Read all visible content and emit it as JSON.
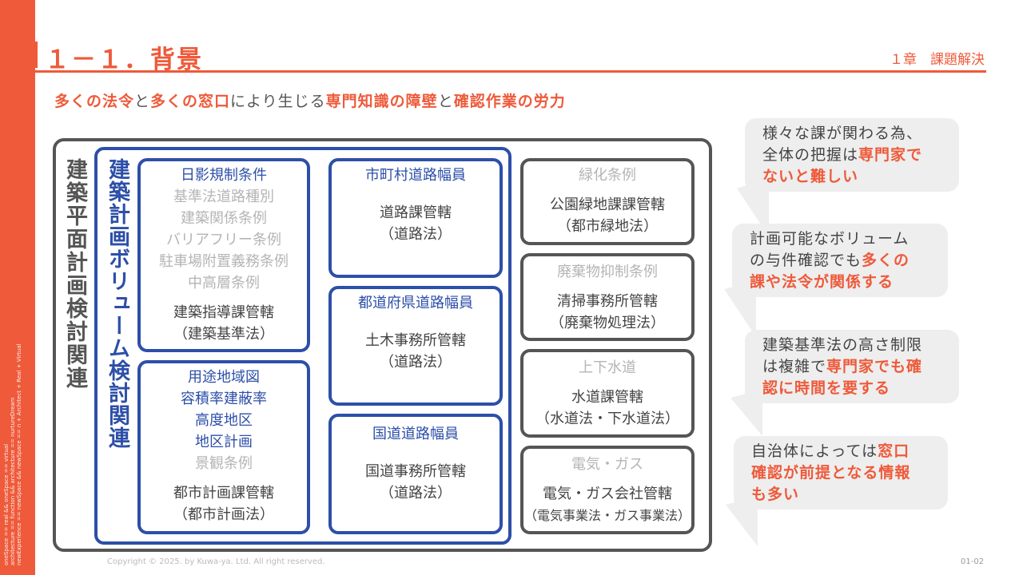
{
  "side_text": [
    "oneSpace == real && oneSpace == virtual",
    "architecture == function && architecture == nurtureDream",
    "newExperience == newSpace && newSpace == n + Architect + Real + Virtual"
  ],
  "header": {
    "title": "１－１．背景",
    "chapter": "１章　課題解決"
  },
  "subtitle": {
    "p1": "多くの法令",
    "p2": "と",
    "p3": "多くの窓口",
    "p4": "により生じる",
    "p5": "専門知識の障壁",
    "p6": "と",
    "p7": "確認作業の労力"
  },
  "outer_label": "建築平面計画検討関連",
  "blue_label": "建築計画ボリューム検討関連",
  "boxes": {
    "nichiei": {
      "title": "日影規制条件",
      "items": [
        "基準法道路種別",
        "建築関係条例",
        "バリアフリー条例",
        "駐車場附置義務条例",
        "中高層条例"
      ],
      "jurisdiction": "建築指導課管轄",
      "law": "（建築基準法）"
    },
    "youto": {
      "items_blue": [
        "用途地域図",
        "容積率建蔽率",
        "高度地区",
        "地区計画"
      ],
      "item_light": "景観条例",
      "jurisdiction": "都市計画課管轄",
      "law": "（都市計画法）"
    },
    "shichoson": {
      "title": "市町村道路幅員",
      "jurisdiction": "道路課管轄",
      "law": "（道路法）"
    },
    "todofuken": {
      "title": "都道府県道路幅員",
      "jurisdiction": "土木事務所管轄",
      "law": "（道路法）"
    },
    "kokudo": {
      "title": "国道道路幅員",
      "jurisdiction": "国道事務所管轄",
      "law": "（道路法）"
    },
    "ryokka": {
      "title": "緑化条例",
      "jurisdiction": "公園緑地課課管轄",
      "law": "（都市緑地法）"
    },
    "haikibutsu": {
      "title": "廃棄物抑制条例",
      "jurisdiction": "清掃事務所管轄",
      "law": "（廃棄物処理法）"
    },
    "suido": {
      "title": "上下水道",
      "jurisdiction": "水道課管轄",
      "law": "（水道法・下水道法）"
    },
    "denki": {
      "title": "電気・ガス",
      "jurisdiction": "電気・ガス会社管轄",
      "law": "（電気事業法・ガス事業法）"
    }
  },
  "callouts": [
    {
      "l1": "様々な課が関わる為、",
      "l2a": "全体の把握は",
      "l2b": "専門家で",
      "l3": "ないと難しい"
    },
    {
      "l1": "計画可能なボリューム",
      "l2a": "の与件確認でも",
      "l2b": "多くの",
      "l3": "課や法令が関係する"
    },
    {
      "l1": "建築基準法の高さ制限",
      "l2a": "は複雑で",
      "l2b": "専門家でも確",
      "l3": "認に時間を要する"
    },
    {
      "l1a": "自治体によっては",
      "l1b": "窓口",
      "l2": "確認が前提となる情報",
      "l3": "も多い"
    }
  ],
  "footer": {
    "copyright": "Copyright © 2025. by Kuwa-ya. Ltd. All right reserved.",
    "page": "01-02"
  },
  "colors": {
    "accent": "#ee5a3a",
    "blue": "#2d4fa8",
    "gray": "#555555"
  }
}
